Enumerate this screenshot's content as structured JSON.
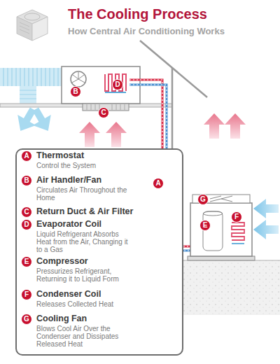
{
  "diagram": {
    "title": "The Cooling Process",
    "nodes": [
      {
        "text": [
          "B"
        ]
      },
      {
        "text": [
          "D"
        ]
      },
      {
        "text": [
          "C"
        ]
      },
      {
        "text": [
          "Thermostat",
          "Control the System",
          "Air Handler/Fan",
          "Circulates Air Throughout the Home",
          "Return Duct & Air Filter",
          "Evaporator Coil",
          "Liquid Refrigerant Absorbs Heat from the Air, Changing it to a Gas",
          "Compressor",
          "Pressurizes Refrigerant, Returning it to Liquid Form",
          "Condenser Coil",
          "Releases Collected Heat",
          "Cooling Fan",
          "Blows Cool Air Over the Condenser and Dissipates Released Heat"
        ]
      },
      {
        "text": [
          "A"
        ],
        "in": 3
      },
      {
        "text": [
          "B"
        ],
        "in": 3
      },
      {
        "text": [
          "C"
        ],
        "in": 3
      },
      {
        "text": [
          "D"
        ],
        "in": 3
      },
      {
        "text": [
          "E"
        ],
        "in": 3
      },
      {
        "text": [
          "F"
        ],
        "in": 3
      },
      {
        "text": [
          "G"
        ],
        "in": 3
      },
      {
        "text": [
          "A"
        ]
      },
      {
        "text": [
          "G"
        ]
      },
      {
        "text": [
          "F"
        ]
      },
      {
        "text": [
          "E"
        ]
      }
    ],
    "labels": [
      "How Central Air Conditioning Works"
    ]
  }
}
